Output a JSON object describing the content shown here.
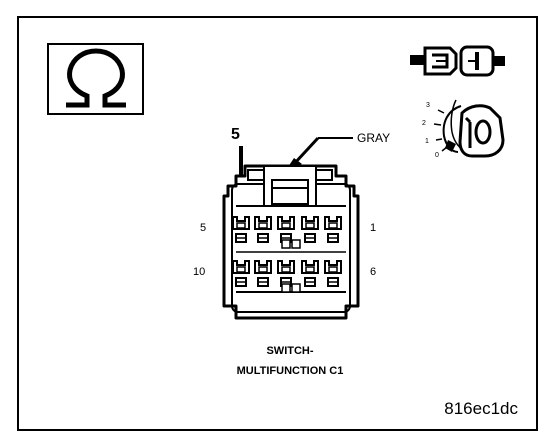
{
  "diagram": {
    "connector_color_label": "GRAY",
    "highlighted_pin_number": "5",
    "pin_label_top_left": "5",
    "pin_label_top_right": "1",
    "pin_label_bottom_left": "10",
    "pin_label_bottom_right": "6",
    "caption_line1": "SWITCH-",
    "caption_line2": "MULTIFUNCTION C1",
    "image_code": "816ec1dc",
    "key_positions": [
      "3",
      "2",
      "1",
      "0"
    ],
    "key_cylinder_label": "0",
    "symbol": "omega-resistance-icon"
  }
}
